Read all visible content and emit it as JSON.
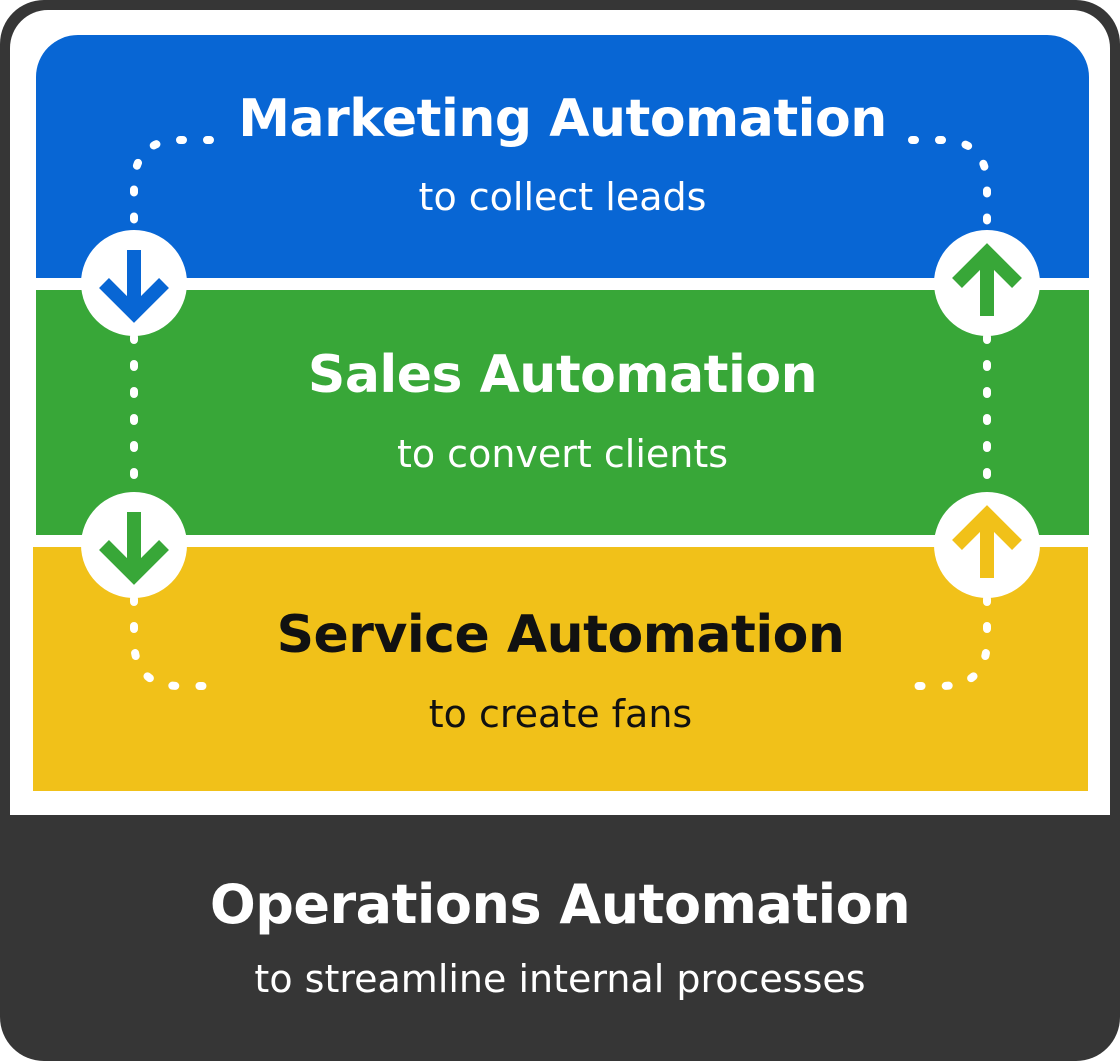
{
  "diagram": {
    "colors": {
      "frame": "#363636",
      "marketing": "#0866D4",
      "sales": "#38A738",
      "service": "#F1C119",
      "light_text": "#ffffff",
      "dark_text": "#111111",
      "connector": "#ffffff"
    },
    "layers": [
      {
        "id": "marketing",
        "title": "Marketing Automation",
        "subtitle": "to collect leads"
      },
      {
        "id": "sales",
        "title": "Sales Automation",
        "subtitle": "to convert clients"
      },
      {
        "id": "service",
        "title": "Service Automation",
        "subtitle": "to create fans"
      }
    ],
    "foundation": {
      "title": "Operations Automation",
      "subtitle": "to streamline internal processes"
    },
    "connectors": [
      {
        "side": "left",
        "between": [
          "marketing",
          "sales"
        ],
        "direction": "down",
        "icon": "arrow-down-icon",
        "color": "#0866D4"
      },
      {
        "side": "left",
        "between": [
          "sales",
          "service"
        ],
        "direction": "down",
        "icon": "arrow-down-icon",
        "color": "#38A738"
      },
      {
        "side": "right",
        "between": [
          "marketing",
          "sales"
        ],
        "direction": "up",
        "icon": "arrow-up-icon",
        "color": "#38A738"
      },
      {
        "side": "right",
        "between": [
          "sales",
          "service"
        ],
        "direction": "up",
        "icon": "arrow-up-icon",
        "color": "#F1C119"
      }
    ]
  }
}
